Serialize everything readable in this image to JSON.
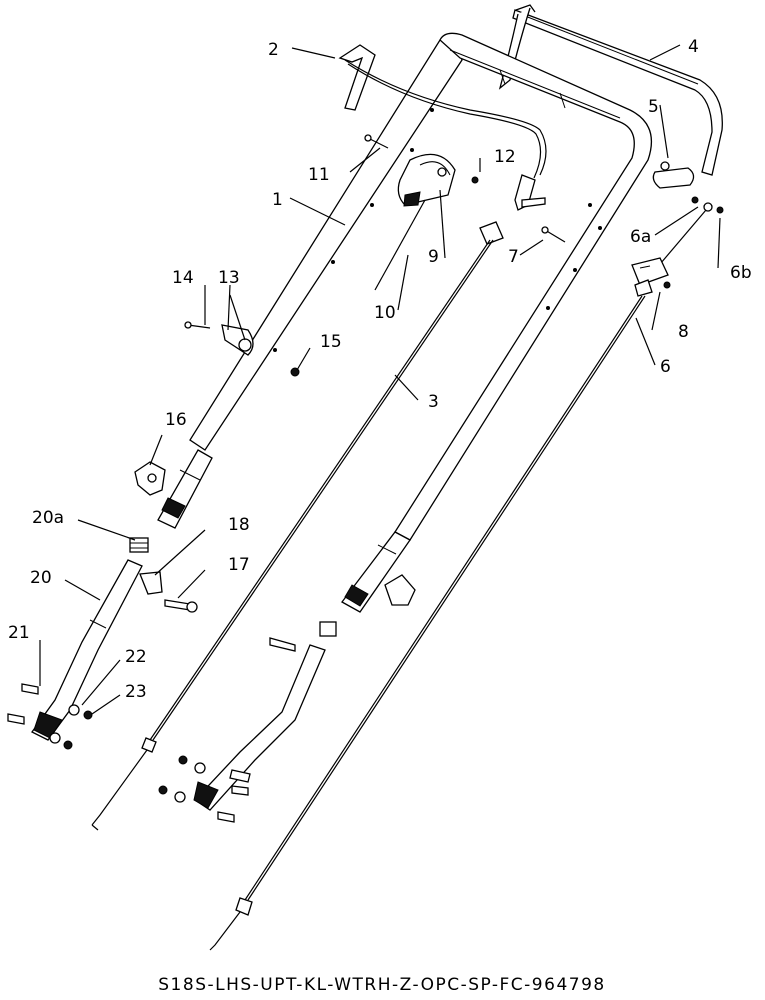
{
  "diagram": {
    "drawing_code": "S18S-LHS-UPT-KL-WTRH-Z-OPC-SP-FC-964798",
    "callouts": {
      "c1": "1",
      "c2": "2",
      "c3": "3",
      "c4": "4",
      "c5": "5",
      "c6": "6",
      "c6a": "6a",
      "c6b": "6b",
      "c7": "7",
      "c8": "8",
      "c9": "9",
      "c10": "10",
      "c11": "11",
      "c12": "12",
      "c13": "13",
      "c14": "14",
      "c15": "15",
      "c16": "16",
      "c17": "17",
      "c18": "18",
      "c20": "20",
      "c20a": "20a",
      "c21": "21",
      "c22": "22",
      "c23": "23"
    }
  }
}
